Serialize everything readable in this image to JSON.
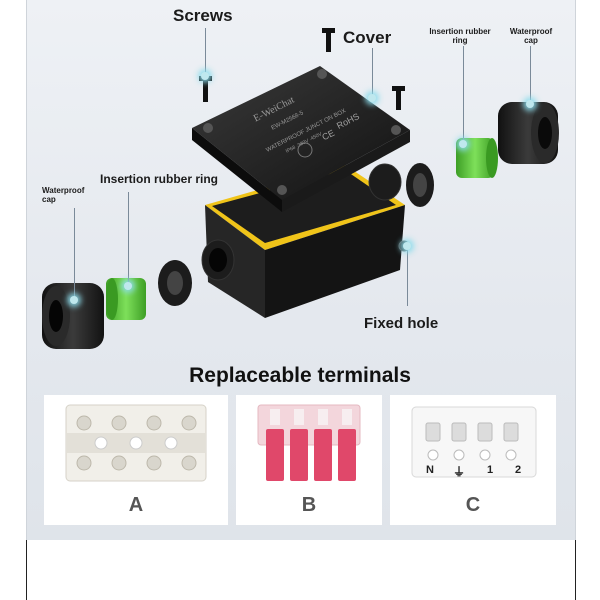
{
  "callouts": {
    "screws": "Screws",
    "cover": "Cover",
    "insertion_ring_top": "Insertion rubber ring",
    "waterproof_cap_top": "Waterproof cap",
    "insertion_ring_left": "Insertion rubber ring",
    "waterproof_cap_left": "Waterproof cap",
    "fixed_hole": "Fixed hole"
  },
  "cover_text": {
    "brand": "E-WeiChat",
    "model": "EW-M2568-5",
    "line": "WATERPROOF JUNCT ON BOX",
    "spec": "IP68 ·380V   ·450V",
    "ce": "CE",
    "rohs": "RoHS"
  },
  "terminals": {
    "title": "Replaceable terminals",
    "a_label": "A",
    "b_label": "B",
    "c_label": "C",
    "c_markings": [
      "N",
      "⏚",
      "1",
      "2"
    ]
  },
  "colors": {
    "body": "#1f1f1f",
    "gasket": "#f0c419",
    "rubber_ring": "#59c43a",
    "terminal_b": "#e0486a"
  }
}
